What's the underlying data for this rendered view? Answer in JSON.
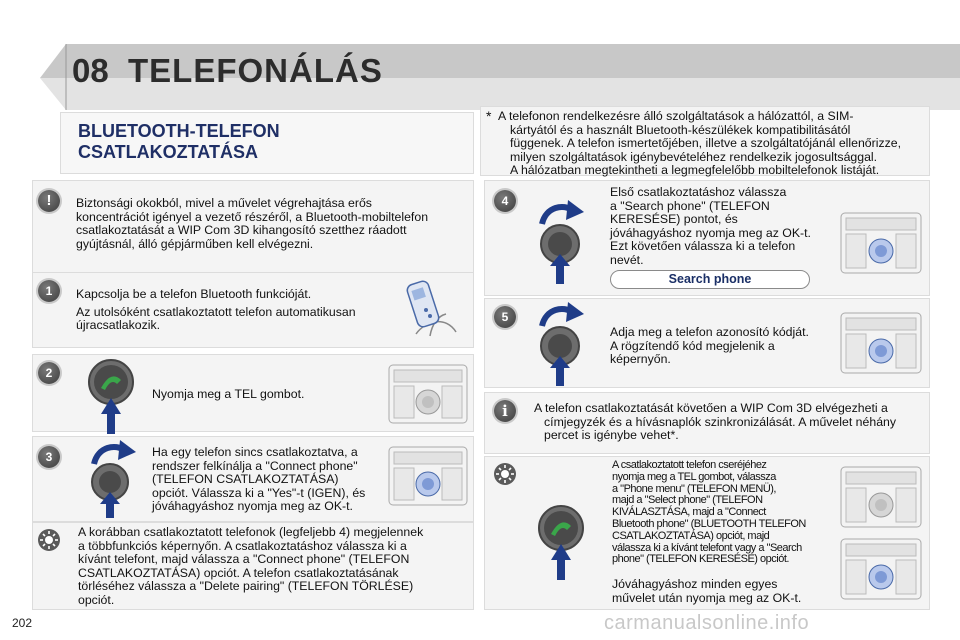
{
  "header": {
    "chapter": "08",
    "title": "TELEFONÁLÁS"
  },
  "section_title_line1": "BLUETOOTH-TELEFON",
  "section_title_line2": "CSATLAKOZTATÁSA",
  "note": {
    "star": "*",
    "lines": [
      "A telefonon rendelkezésre álló szolgáltatások a hálózattól, a SIM-",
      "kártyától és a használt Bluetooth-készülékek kompatibilitásától",
      "függenek. A telefon ismertetőjében, illetve a szolgáltatójánál ellenőrizze,",
      "milyen szolgáltatások igénybevételéhez rendelkezik jogosultsággal.",
      "A hálózatban megtekintheti a legmegfelelőbb mobiltelefonok listáját."
    ]
  },
  "warning": {
    "marker": "!",
    "lines": [
      "Biztonsági okokból, mivel a művelet végrehajtása erős",
      "koncentrációt igényel a vezető részéről, a Bluetooth-mobiltelefon",
      "csatlakoztatását a WIP Com 3D kihangosító szetthez ráadott",
      "gyújtásnál, álló gépjárműben kell elvégezni."
    ]
  },
  "step1": {
    "num": "1",
    "p1": "Kapcsolja be a telefon Bluetooth funkcióját.",
    "p2_lines": [
      "Az utolsóként csatlakoztatott telefon automatikusan",
      "újracsatlakozik."
    ]
  },
  "step2": {
    "num": "2",
    "text": "Nyomja meg a TEL gombot."
  },
  "step3": {
    "num": "3",
    "lines": [
      "Ha egy telefon sincs csatlakoztatva, a",
      "rendszer felkínálja a \"Connect phone\"",
      "(TELEFON CSATLAKOZTATÁSA)",
      "opciót. Válassza ki a \"Yes\"-t (IGEN), és",
      "jóváhagyáshoz nyomja meg az OK-t."
    ]
  },
  "tip_left": {
    "lines": [
      "A korábban csatlakoztatott telefonok (legfeljebb 4) megjelennek",
      "a többfunkciós képernyőn. A csatlakoztatáshoz válassza ki a",
      "kívánt telefont, majd válassza a \"Connect phone\" (TELEFON",
      "CSATLAKOZTATÁSA) opciót. A telefon csatlakoztatásának",
      "törléséhez válassza a \"Delete pairing\" (TELEFON TÖRLÉSE)",
      "opciót."
    ]
  },
  "step4": {
    "num": "4",
    "lines": [
      "Első csatlakoztatáshoz válassza",
      "a \"Search phone\" (TELEFON",
      "KERESÉSE) pontot, és",
      "jóváhagyáshoz nyomja meg az OK-t.",
      "Ezt követően válassza ki a telefon",
      "nevét."
    ],
    "button": "Search phone"
  },
  "step5": {
    "num": "5",
    "lines": [
      "Adja meg a telefon azonosító kódját.",
      "A rögzítendő kód megjelenik a",
      "képernyőn."
    ]
  },
  "info": {
    "marker": "i",
    "lines": [
      "A telefon csatlakoztatását követően a WIP Com 3D elvégezheti a",
      "címjegyzék és a hívásnaplók szinkronizálását. A művelet néhány",
      "percet is igénybe vehet*."
    ]
  },
  "tip_right": {
    "lines": [
      "A csatlakoztatott telefon cseréjéhez",
      "nyomja meg a TEL gombot, válassza",
      "a \"Phone menu\" (TELEFON MENÜ),",
      "majd a \"Select phone\" (TELEFON",
      "KIVÁLASZTÁSA, majd a \"Connect",
      "Bluetooth phone\" (BLUETOOTH TELEFON",
      "CSATLAKOZTATÁSA) opciót, majd",
      "válassza ki a kívánt telefont vagy a \"Search",
      "phone\" (TELEFON KERESÉSE) opciót."
    ],
    "footer_lines": [
      "Jóváhagyáshoz minden egyes",
      "művelet után nyomja meg az OK-t."
    ]
  },
  "page_number": "202",
  "watermark": "carmanualsonline.info",
  "colors": {
    "blue_arrow": "#1f3c88",
    "green_handset": "#3aa64a",
    "box_bg": "#f4f4f4"
  }
}
